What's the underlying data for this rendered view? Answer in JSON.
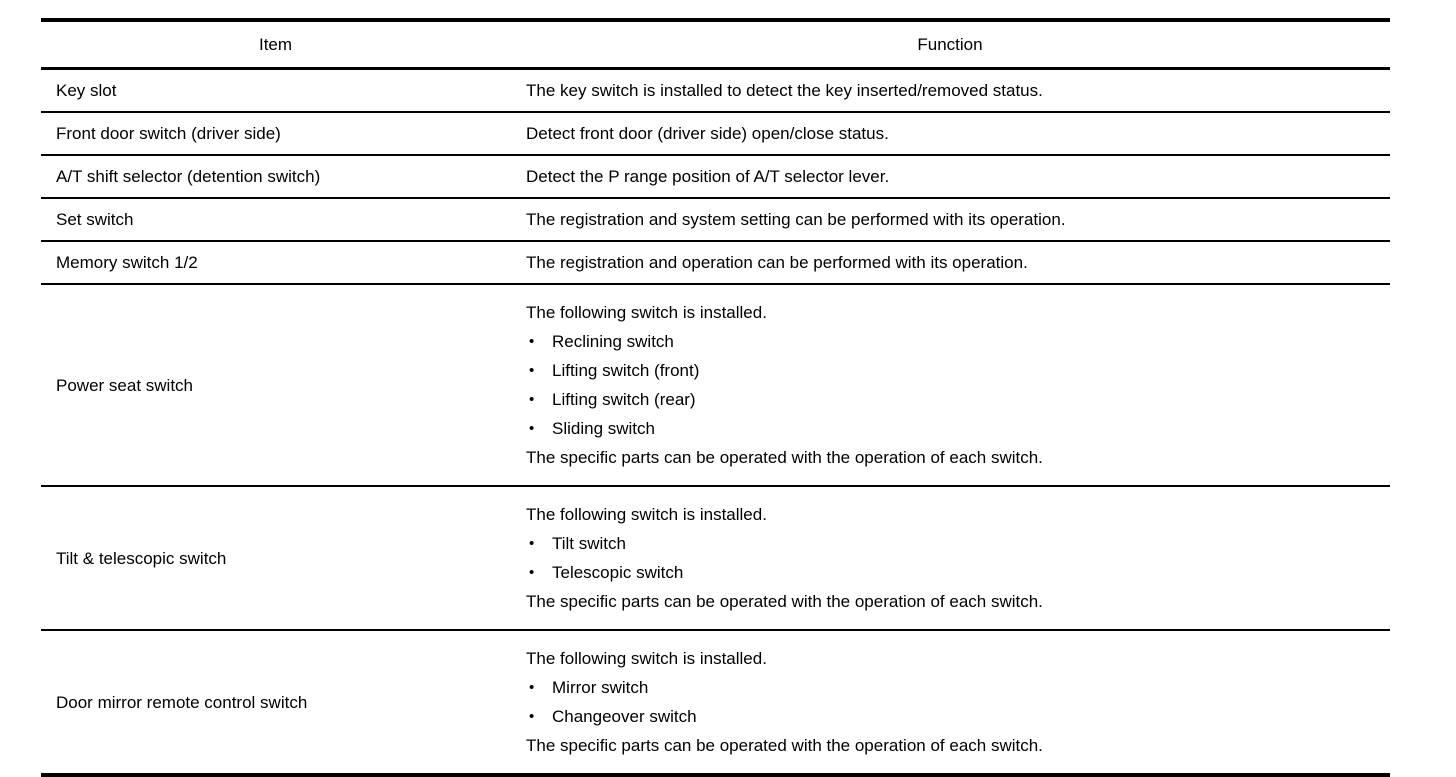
{
  "table": {
    "columns": [
      {
        "key": "item",
        "header": "Item"
      },
      {
        "key": "function",
        "header": "Function"
      }
    ],
    "rows": [
      {
        "item": "Key slot",
        "lead": "The key switch is installed to detect the key inserted/removed status.",
        "bullets": [],
        "tail": ""
      },
      {
        "item": "Front door switch (driver side)",
        "lead": "Detect front door (driver side) open/close status.",
        "bullets": [],
        "tail": ""
      },
      {
        "item": "A/T shift selector (detention switch)",
        "lead": "Detect the P range position of A/T selector lever.",
        "bullets": [],
        "tail": ""
      },
      {
        "item": "Set switch",
        "lead": "The registration and system setting can be performed with its operation.",
        "bullets": [],
        "tail": ""
      },
      {
        "item": "Memory switch 1/2",
        "lead": "The registration and operation can be performed with its operation.",
        "bullets": [],
        "tail": ""
      },
      {
        "item": "Power seat switch",
        "lead": "The following switch is installed.",
        "bullets": [
          "Reclining switch",
          "Lifting switch (front)",
          "Lifting switch (rear)",
          "Sliding switch"
        ],
        "tail": "The specific parts can be operated with the operation of each switch."
      },
      {
        "item": "Tilt & telescopic switch",
        "lead": "The following switch is installed.",
        "bullets": [
          "Tilt switch",
          "Telescopic switch"
        ],
        "tail": "The specific parts can be operated with the operation of each switch."
      },
      {
        "item": "Door mirror remote control switch",
        "lead": "The following switch is installed.",
        "bullets": [
          "Mirror switch",
          "Changeover switch"
        ],
        "tail": "The specific parts can be operated with the operation of each switch."
      }
    ],
    "bullet_glyph": "•"
  },
  "colors": {
    "background": "#ffffff",
    "text": "#000000",
    "rule": "#000000"
  }
}
